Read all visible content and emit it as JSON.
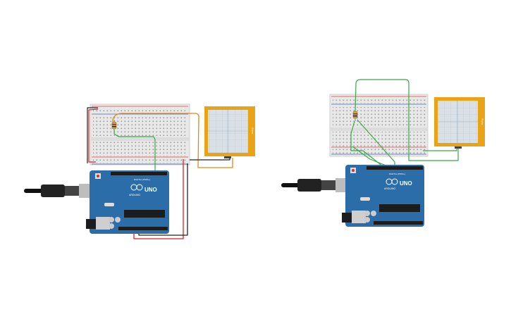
{
  "circuits": [
    {
      "id": "left",
      "arduino": {
        "model": "UNO",
        "brand": "ARDUINO",
        "digital_label": "DIGITAL (PWM~)"
      },
      "sensor": {
        "label": "Force"
      }
    },
    {
      "id": "right",
      "arduino": {
        "model": "UNO",
        "brand": "ARDUINO",
        "digital_label": "DIGITAL (PWM~)"
      },
      "sensor": {
        "label": "Force"
      }
    }
  ],
  "colors": {
    "board": "#2b6da8",
    "breadboard": "#e8e8e8",
    "rail_red": "#d44",
    "rail_blue": "#46a",
    "sensor_frame": "#e8a317",
    "sensor_grid": "#d9e0e6",
    "wire_red": "#d22",
    "wire_black": "#222",
    "wire_orange": "#e08a10",
    "wire_green": "#3aa845",
    "usb_gray": "#9a9a9a"
  }
}
